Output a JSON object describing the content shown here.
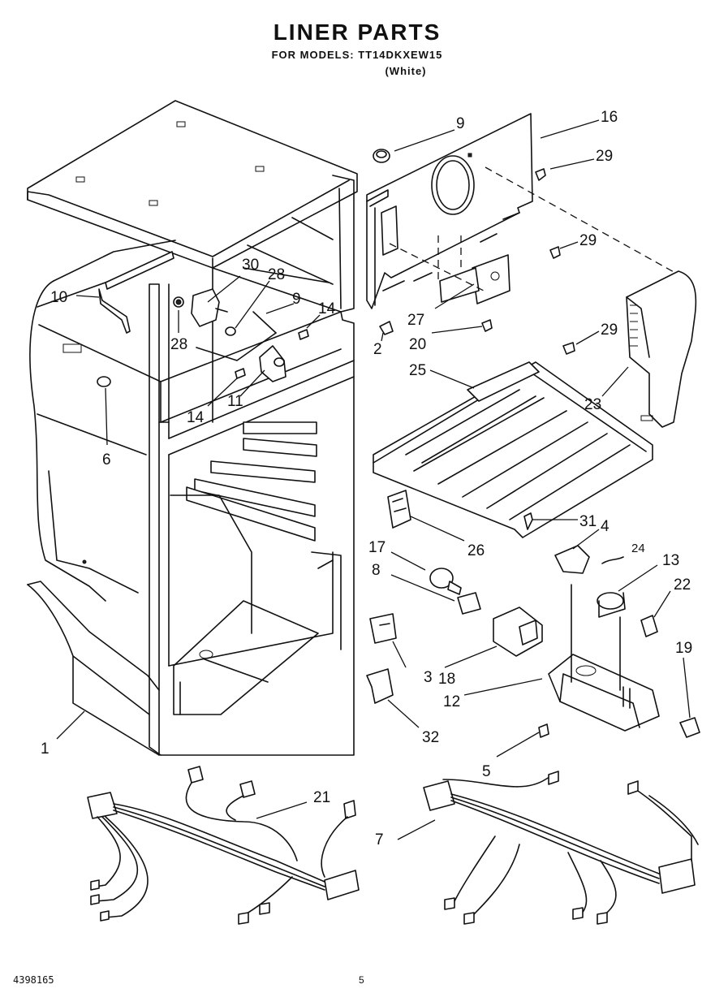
{
  "header": {
    "title": "LINER PARTS",
    "subtitle": "FOR MODELS: TT14DKXEW15",
    "variant": "(White)"
  },
  "footer": {
    "doc_number": "4398165",
    "page_number": "5"
  },
  "callouts": {
    "c1": "1",
    "c2": "2",
    "c3": "3",
    "c4": "4",
    "c5": "5",
    "c6": "6",
    "c7": "7",
    "c8": "8",
    "c9a": "9",
    "c9b": "9",
    "c10": "10",
    "c11": "11",
    "c12": "12",
    "c13": "13",
    "c14a": "14",
    "c14b": "14",
    "c16": "16",
    "c17": "17",
    "c18": "18",
    "c19": "19",
    "c20": "20",
    "c21": "21",
    "c22": "22",
    "c23": "23",
    "c24": "24",
    "c25": "25",
    "c26": "26",
    "c27": "27",
    "c28a": "28",
    "c28b": "28",
    "c29a": "29",
    "c29b": "29",
    "c29c": "29",
    "c30": "30",
    "c31": "31",
    "c32": "32"
  }
}
